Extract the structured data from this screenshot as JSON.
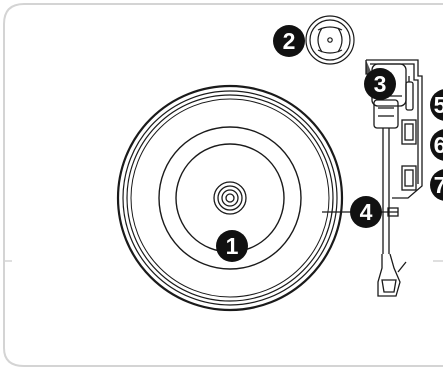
{
  "diagram": {
    "subject": "turntable-top-view",
    "line_color": "#1a1a1a",
    "frame_color": "#d4d4d4",
    "callout_fill": "#111111",
    "callout_text_color": "#ffffff",
    "callouts": [
      {
        "id": "platter",
        "label": "1"
      },
      {
        "id": "adapter-45",
        "label": "2"
      },
      {
        "id": "arm-rest",
        "label": "3"
      },
      {
        "id": "arm-lever",
        "label": "4"
      },
      {
        "id": "callout-5",
        "label": "5"
      },
      {
        "id": "callout-6",
        "label": "6"
      },
      {
        "id": "callout-7",
        "label": "7"
      }
    ]
  }
}
